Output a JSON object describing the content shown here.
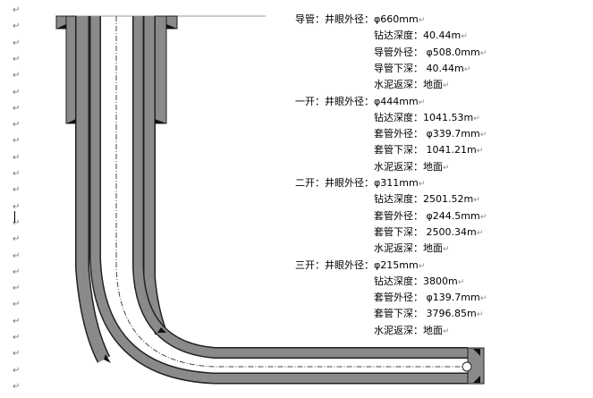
{
  "paragraph_mark": "↵",
  "sections": [
    {
      "label": "导管：井眼外径：",
      "hole": "φ660mm",
      "rows": [
        [
          "钻达深度：",
          "40.44m"
        ],
        [
          "导管外径：",
          " φ508.0mm"
        ],
        [
          "导管下深：",
          " 40.44m"
        ],
        [
          "水泥返深：",
          "地面"
        ]
      ]
    },
    {
      "label": "一开：井眼外径：",
      "hole": "φ444mm",
      "rows": [
        [
          "钻达深度：",
          "1041.53m"
        ],
        [
          "套管外径：",
          " φ339.7mm"
        ],
        [
          "套管下深：",
          " 1041.21m"
        ],
        [
          "水泥返深：",
          "地面"
        ]
      ]
    },
    {
      "label": "二开：井眼外径：",
      "hole": "φ311mm",
      "rows": [
        [
          "钻达深度：",
          "2501.52m"
        ],
        [
          "套管外径：",
          " φ244.5mm"
        ],
        [
          "套管下深：",
          " 2500.34m"
        ],
        [
          "水泥返深：",
          "地面"
        ]
      ]
    },
    {
      "label": "三开：井眼外径：",
      "hole": "φ215mm",
      "rows": [
        [
          "钻达深度：",
          "3800m"
        ],
        [
          "套管外径：",
          " φ139.7mm"
        ],
        [
          "套管下深：",
          " 3796.85m"
        ],
        [
          "水泥返深：",
          "地面"
        ]
      ]
    }
  ],
  "colors": {
    "casing": "#8a8a8a",
    "outline": "#222222"
  }
}
